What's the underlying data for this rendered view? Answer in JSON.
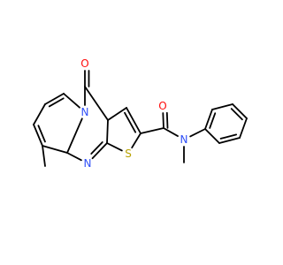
{
  "molecule": {
    "atoms": [
      {
        "id": "c1",
        "element": "C",
        "label": ""
      },
      {
        "id": "c2",
        "element": "C",
        "label": ""
      },
      {
        "id": "c3",
        "element": "C",
        "label": ""
      },
      {
        "id": "c4",
        "element": "C",
        "label": ""
      },
      {
        "id": "c4a",
        "element": "C",
        "label": ""
      },
      {
        "id": "n5",
        "element": "N",
        "label": "N"
      },
      {
        "id": "c6",
        "element": "C",
        "label": ""
      },
      {
        "id": "o7",
        "element": "O",
        "label": "O"
      },
      {
        "id": "c8",
        "element": "C",
        "label": ""
      },
      {
        "id": "c9",
        "element": "C",
        "label": ""
      },
      {
        "id": "n10",
        "element": "N",
        "label": "N"
      },
      {
        "id": "c11",
        "element": "C",
        "label": ""
      },
      {
        "id": "s12",
        "element": "S",
        "label": "S"
      },
      {
        "id": "c13",
        "element": "C",
        "label": ""
      },
      {
        "id": "c14",
        "element": "C",
        "label": ""
      },
      {
        "id": "c15",
        "element": "C",
        "label": ""
      },
      {
        "id": "o16",
        "element": "O",
        "label": "O"
      },
      {
        "id": "n17",
        "element": "N",
        "label": "N"
      },
      {
        "id": "c18",
        "element": "C",
        "label": ""
      },
      {
        "id": "c19",
        "element": "C",
        "label": ""
      },
      {
        "id": "c20",
        "element": "C",
        "label": ""
      },
      {
        "id": "c21",
        "element": "C",
        "label": ""
      },
      {
        "id": "c22",
        "element": "C",
        "label": ""
      },
      {
        "id": "c23",
        "element": "C",
        "label": ""
      },
      {
        "id": "c24",
        "element": "C",
        "label": ""
      },
      {
        "id": "c25",
        "element": "C",
        "label": ""
      }
    ],
    "bonds": [
      {
        "a": "c1",
        "b": "c2",
        "order": 2
      },
      {
        "a": "c2",
        "b": "c3",
        "order": 1
      },
      {
        "a": "c3",
        "b": "c4",
        "order": 2
      },
      {
        "a": "c4",
        "b": "c4a",
        "order": 1
      },
      {
        "a": "c4a",
        "b": "n5",
        "order": 1
      },
      {
        "a": "n5",
        "b": "c1",
        "order": 1
      },
      {
        "a": "n5",
        "b": "c6",
        "order": 1
      },
      {
        "a": "c6",
        "b": "o7",
        "order": 2
      },
      {
        "a": "c6",
        "b": "c8",
        "order": 1
      },
      {
        "a": "c8",
        "b": "c9",
        "order": 1
      },
      {
        "a": "c9",
        "b": "n10",
        "order": 2
      },
      {
        "a": "n10",
        "b": "c4a",
        "order": 1
      },
      {
        "a": "c4",
        "b": "c11",
        "order": 1
      },
      {
        "a": "c9",
        "b": "s12",
        "order": 1
      },
      {
        "a": "s12",
        "b": "c13",
        "order": 1
      },
      {
        "a": "c13",
        "b": "c14",
        "order": 2
      },
      {
        "a": "c14",
        "b": "c8",
        "order": 1
      },
      {
        "a": "c13",
        "b": "c15",
        "order": 1
      },
      {
        "a": "c15",
        "b": "o16",
        "order": 2
      },
      {
        "a": "c15",
        "b": "n17",
        "order": 1
      },
      {
        "a": "n17",
        "b": "c18",
        "order": 1
      },
      {
        "a": "n17",
        "b": "c19",
        "order": 1
      },
      {
        "a": "c19",
        "b": "c20",
        "order": 2
      },
      {
        "a": "c20",
        "b": "c21",
        "order": 1
      },
      {
        "a": "c21",
        "b": "c22",
        "order": 2
      },
      {
        "a": "c22",
        "b": "c23",
        "order": 1
      },
      {
        "a": "c23",
        "b": "c24",
        "order": 2
      },
      {
        "a": "c24",
        "b": "c19",
        "order": 1
      },
      {
        "a": "c4a",
        "b": "c25",
        "order": 2
      }
    ],
    "colors": {
      "bond": "#000000",
      "N": "#3050F8",
      "O": "#FF0D0D",
      "S": "#B8A200"
    }
  }
}
